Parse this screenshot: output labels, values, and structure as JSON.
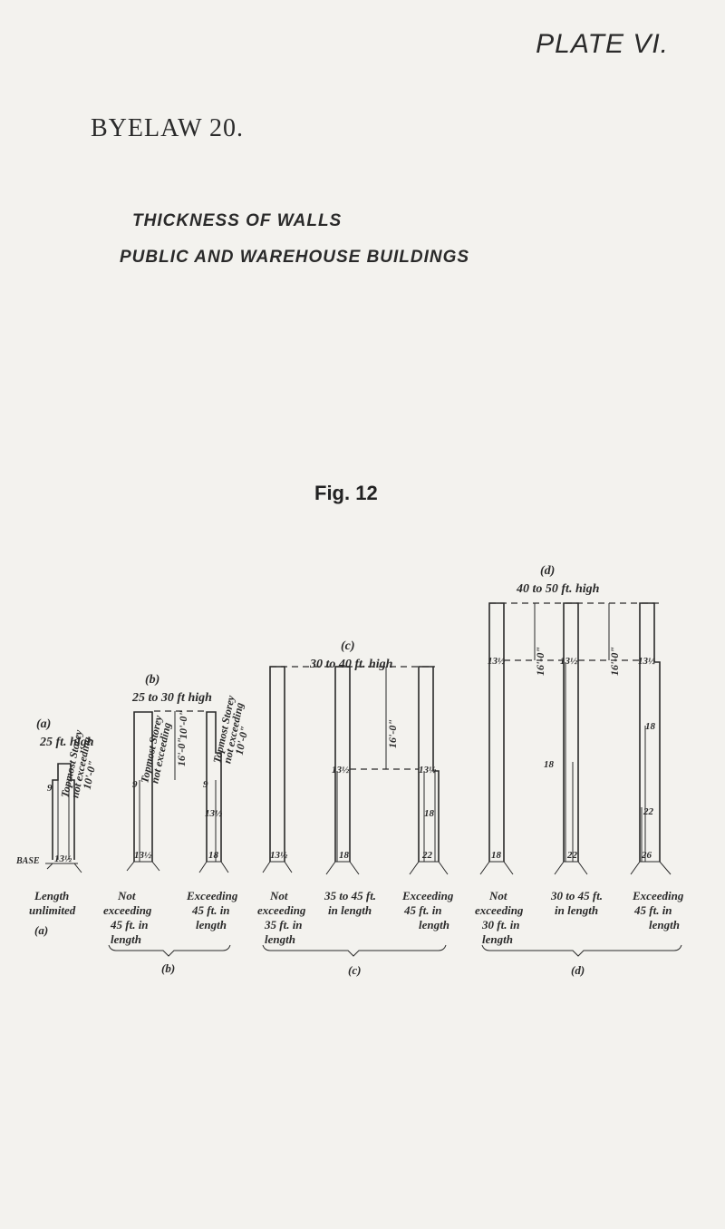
{
  "plate": "PLATE VI.",
  "byelaw": "BYELAW 20.",
  "subtitle1": "THICKNESS OF WALLS",
  "subtitle2": "PUBLIC AND WAREHOUSE BUILDINGS",
  "figure": "Fig. 12",
  "base_label": "BASE",
  "topmost": {
    "line1": "Topmost Storey",
    "line2": "not exceeding",
    "line3": "10'-0\""
  },
  "height_16": "16'-0\"",
  "a": {
    "letter": "(a)",
    "height": "25 ft. high",
    "dims": [
      "9",
      "13½"
    ],
    "captions": [
      {
        "lines": [
          "Length",
          "unlimited"
        ]
      }
    ]
  },
  "b": {
    "letter": "(b)",
    "height": "25 to 30 ft high",
    "dims": [
      "9",
      "9",
      "13½",
      "13½",
      "18"
    ],
    "captions": [
      {
        "lines": [
          "Not",
          "exceeding",
          "45 ft. in",
          "length"
        ]
      },
      {
        "lines": [
          "Exceeding",
          "45 ft. in",
          "length"
        ]
      }
    ]
  },
  "c": {
    "letter": "(c)",
    "height": "30 to 40 ft. high",
    "dims": [
      "13½",
      "13½",
      "13½",
      "18",
      "18",
      "22"
    ],
    "captions": [
      {
        "lines": [
          "Not",
          "exceeding",
          "35 ft. in",
          "length"
        ]
      },
      {
        "lines": [
          "35 to 45 ft.",
          "in length"
        ]
      },
      {
        "lines": [
          "Exceeding",
          "45 ft. in",
          "length"
        ]
      }
    ]
  },
  "d": {
    "letter": "(d)",
    "height": "40 to 50 ft. high",
    "dims": [
      "13½",
      "13½",
      "13½",
      "18",
      "18",
      "18",
      "22",
      "22",
      "26"
    ],
    "captions": [
      {
        "lines": [
          "Not",
          "exceeding",
          "30 ft. in",
          "length"
        ]
      },
      {
        "lines": [
          "30 to 45 ft.",
          "in length"
        ]
      },
      {
        "lines": [
          "Exceeding",
          "45 ft. in",
          "length"
        ]
      }
    ]
  }
}
